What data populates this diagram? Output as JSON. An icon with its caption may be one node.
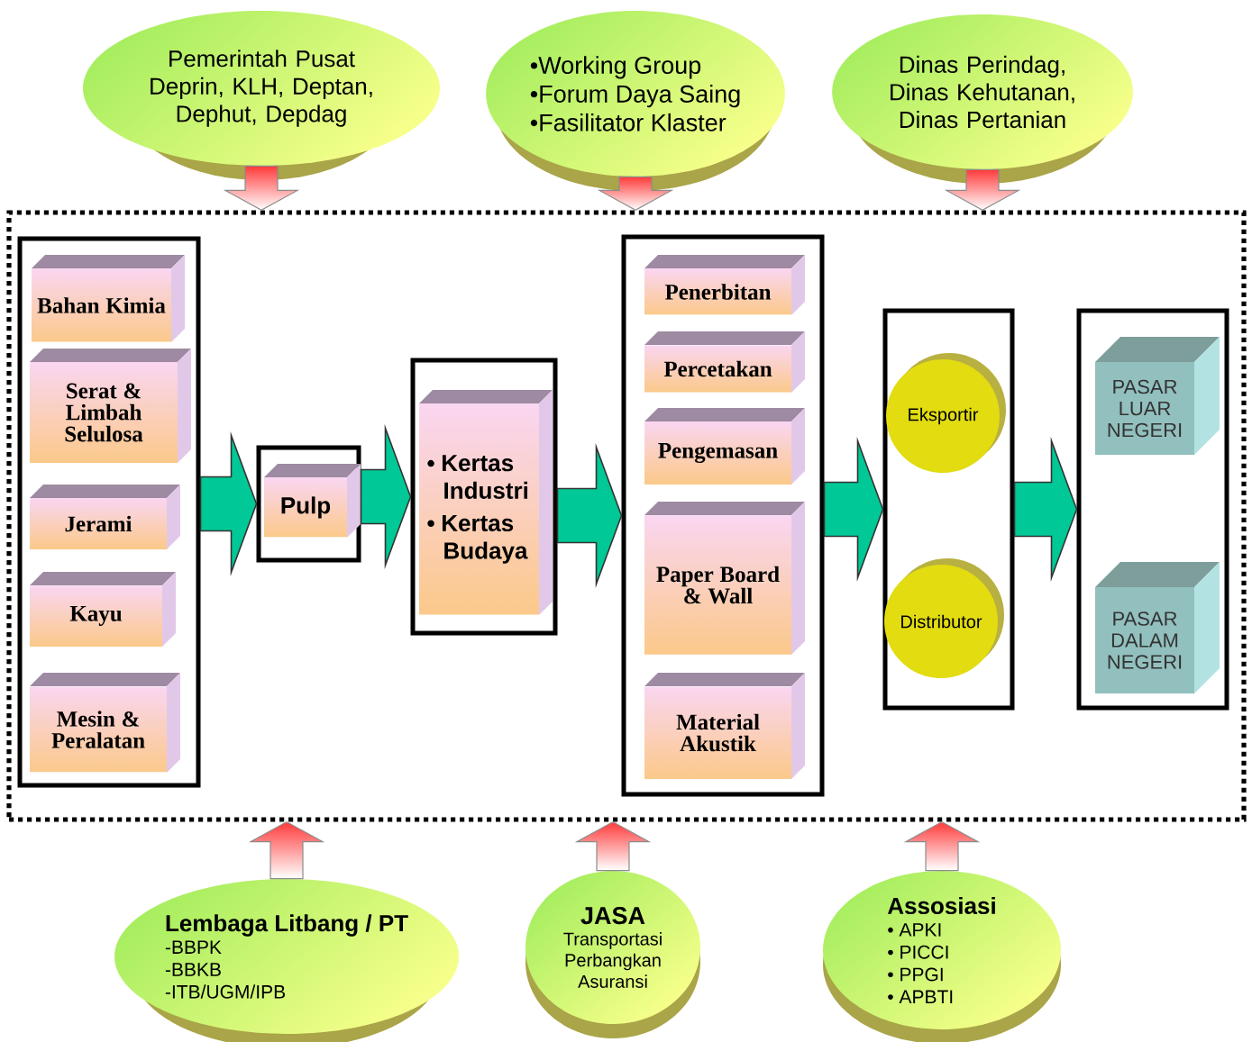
{
  "diagram": {
    "nodes": [
      {
        "text": [
          "Pemerintah Pusat",
          "Deprin, KLH, Deptan, Dephut, Depdag"
        ]
      },
      {
        "text": [
          "•Working Group",
          "•Forum Daya Saing",
          "•Fasilitator Klaster"
        ]
      },
      {
        "text": [
          "Dinas Perindag, Dinas Kehutanan, Dinas Pertanian"
        ]
      },
      {
        "text": [],
        "shape": "box"
      },
      {
        "text": [],
        "shape": "box",
        "in": 3
      },
      {
        "text": [
          "Bahan Kimia"
        ],
        "in": 4
      },
      {
        "text": [
          "Serat & Limbah Selulosa"
        ],
        "in": 4
      },
      {
        "text": [
          "Jerami"
        ],
        "in": 4
      },
      {
        "text": [
          "Kayu"
        ],
        "in": 4
      },
      {
        "text": [
          "Mesin & Peralatan"
        ],
        "in": 4
      },
      {
        "text": [],
        "shape": "box",
        "in": 3
      },
      {
        "text": [
          "Pulp"
        ],
        "in": 10
      },
      {
        "text": [],
        "shape": "box",
        "in": 3
      },
      {
        "text": [
          "• Kertas Industri",
          "• Kertas Budaya"
        ],
        "in": 12
      },
      {
        "text": [],
        "shape": "box",
        "in": 3
      },
      {
        "text": [
          "Penerbitan"
        ],
        "in": 14
      },
      {
        "text": [
          "Percetakan"
        ],
        "in": 14
      },
      {
        "text": [
          "Pengemasan"
        ],
        "in": 14
      },
      {
        "text": [
          "Paper Board & Wall"
        ],
        "in": 14
      },
      {
        "text": [
          "Material Akustik"
        ],
        "in": 14
      },
      {
        "text": [],
        "shape": "box",
        "in": 3
      },
      {
        "text": [
          "Eksportir"
        ],
        "in": 20
      },
      {
        "text": [
          "Distributor"
        ],
        "in": 20
      },
      {
        "text": [],
        "shape": "box",
        "in": 3
      },
      {
        "text": [
          "PASAR LUAR NEGERI"
        ],
        "in": 23
      },
      {
        "text": [
          "PASAR DALAM NEGERI"
        ],
        "in": 23
      },
      {
        "text": [
          "Lembaga Litbang / PT",
          "-BBPK",
          "-BBKB",
          "-ITB/UGM/IPB"
        ]
      },
      {
        "text": [
          "JASA",
          "Transportasi",
          "Perbangkan",
          "Asuransi"
        ]
      },
      {
        "text": [
          "Assosiasi",
          "• APKI",
          "• PICCI",
          "• PPGI",
          "• APBTI"
        ]
      }
    ],
    "edges": [
      {
        "from": 0,
        "to": 3,
        "arrow": "to"
      },
      {
        "from": 1,
        "to": 3,
        "arrow": "to"
      },
      {
        "from": 2,
        "to": 3,
        "arrow": "to"
      },
      {
        "from": 4,
        "to": 10,
        "arrow": "to",
        "color": "#00c896"
      },
      {
        "from": 10,
        "to": 12,
        "arrow": "to",
        "color": "#00c896"
      },
      {
        "from": 12,
        "to": 14,
        "arrow": "to",
        "color": "#00c896"
      },
      {
        "from": 14,
        "to": 20,
        "arrow": "to",
        "color": "#00c896"
      },
      {
        "from": 20,
        "to": 23,
        "arrow": "to",
        "color": "#00c896"
      },
      {
        "from": 26,
        "to": 3,
        "arrow": "to"
      },
      {
        "from": 27,
        "to": 3,
        "arrow": "to"
      },
      {
        "from": 28,
        "to": 3,
        "arrow": "to"
      }
    ]
  }
}
